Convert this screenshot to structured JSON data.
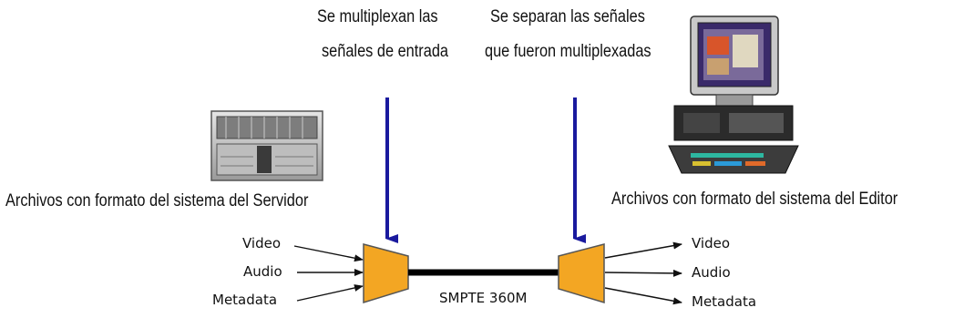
{
  "captions": {
    "multiplex": [
      "Se multiplexan las",
      "señales de entrada"
    ],
    "demultiplex": [
      "Se separan las señales",
      "que fueron multiplexadas"
    ],
    "server_files": "Archivos con formato del sistema del Servidor",
    "editor_files": "Archivos con formato del sistema del Editor"
  },
  "inputs": [
    "Video",
    "Audio",
    "Metadata"
  ],
  "outputs": [
    "Video",
    "Audio",
    "Metadata"
  ],
  "link_label": "SMPTE 360M",
  "icons": [
    "server-rack-icon",
    "computer-workstation-icon"
  ],
  "colors": {
    "arrow_blue": "#1a1a9e",
    "mux_fill": "#f3a623",
    "link": "#000000"
  }
}
